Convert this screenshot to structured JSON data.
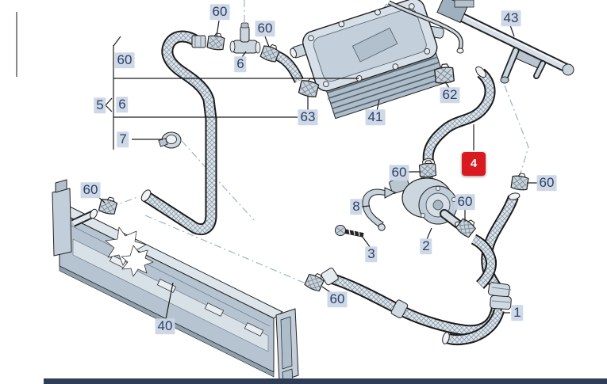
{
  "diagram": {
    "kind": "exploded-parts-diagram",
    "visible_part_numbers": [
      "1",
      "2",
      "3",
      "4",
      "5",
      "6",
      "7",
      "8",
      "40",
      "41",
      "43",
      "60",
      "62",
      "63"
    ],
    "highlighted_part": "4"
  },
  "callouts": [
    {
      "text": "60",
      "kind": "label"
    },
    {
      "text": "5",
      "kind": "label"
    },
    {
      "text": "6",
      "kind": "label"
    },
    {
      "text": "7",
      "kind": "label"
    },
    {
      "text": "60",
      "kind": "label"
    },
    {
      "text": "60",
      "kind": "label"
    },
    {
      "text": "6",
      "kind": "label"
    },
    {
      "text": "63",
      "kind": "label"
    },
    {
      "text": "41",
      "kind": "label"
    },
    {
      "text": "62",
      "kind": "label"
    },
    {
      "text": "43",
      "kind": "label"
    },
    {
      "text": "4",
      "kind": "highlight"
    },
    {
      "text": "60",
      "kind": "label"
    },
    {
      "text": "8",
      "kind": "label"
    },
    {
      "text": "3",
      "kind": "label"
    },
    {
      "text": "2",
      "kind": "label"
    },
    {
      "text": "60",
      "kind": "label"
    },
    {
      "text": "60",
      "kind": "label"
    },
    {
      "text": "60",
      "kind": "label"
    },
    {
      "text": "40",
      "kind": "label"
    },
    {
      "text": "60",
      "kind": "label"
    },
    {
      "text": "1",
      "kind": "label"
    }
  ],
  "colors": {
    "label_bg": "#cbd6e5",
    "label_text": "#2b4066",
    "highlight_bg": "#da1a21",
    "highlight_text": "#ffffff",
    "leader_line": "#1a1a1a",
    "construction_line": "#9eb4c9",
    "frame_bottom": "#2e3d55"
  }
}
